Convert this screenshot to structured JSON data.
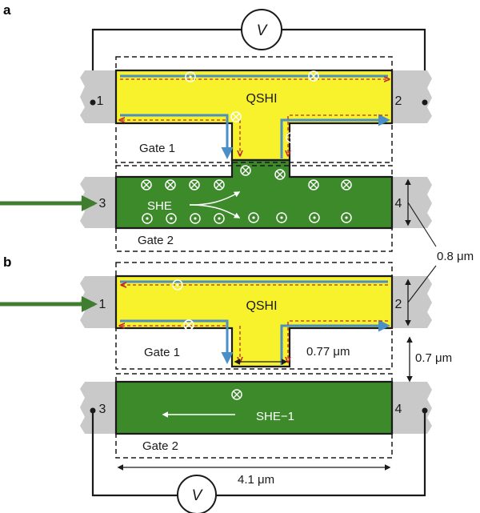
{
  "panels": {
    "a": "a",
    "b": "b"
  },
  "voltmeter": "V",
  "terminals": {
    "t1": "1",
    "t2": "2",
    "t3": "3",
    "t4": "4"
  },
  "regions": {
    "qshi": "QSHI",
    "she": "SHE",
    "she_inverse": "SHE−1",
    "gate1": "Gate 1",
    "gate2": "Gate 2"
  },
  "dimensions": {
    "width_08": "0.8 μm",
    "gap_077": "0.77 μm",
    "sep_07": "0.7 μm",
    "length_41": "4.1 μm"
  },
  "colors": {
    "qshi_yellow": "#f7f22b",
    "she_green": "#3c8a2a",
    "contact_gray": "#c9c9c9",
    "edge_blue": "#4a8fc6",
    "edge_red": "#c0282d",
    "arrow_green": "#3f7d2f"
  },
  "icons": {
    "spin_out": "dot-circle-icon",
    "spin_in": "cross-circle-icon"
  }
}
